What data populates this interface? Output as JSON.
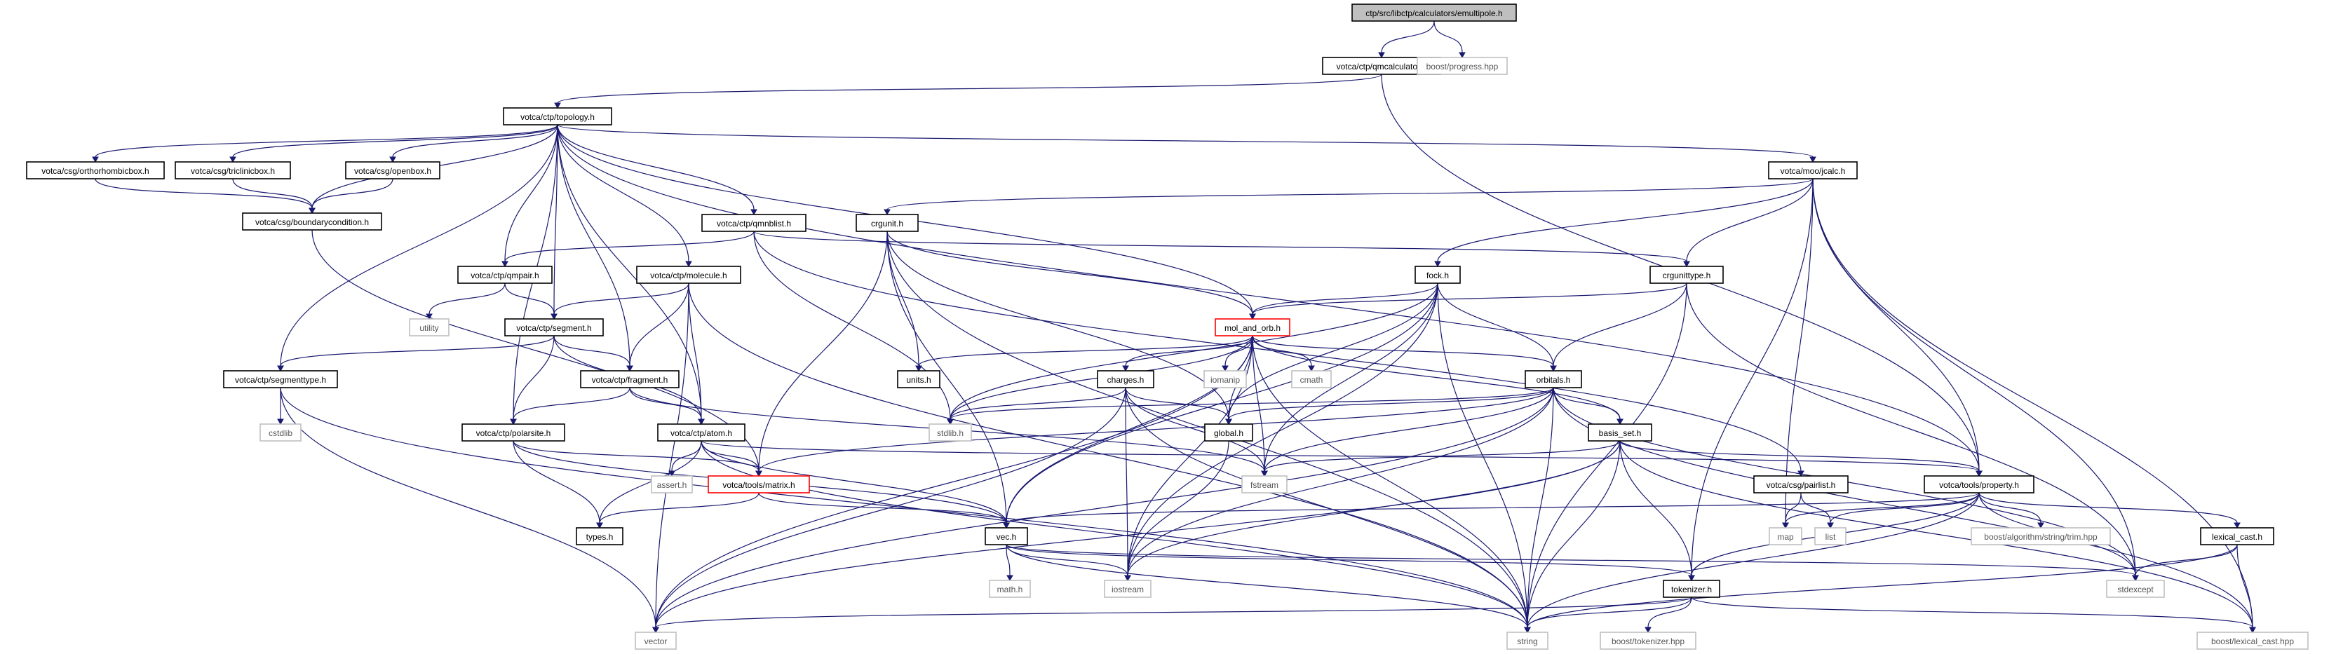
{
  "colors": {
    "edge": "#191970",
    "node_border": "#000000",
    "external_border": "#bfbfbf",
    "broken_border": "#ff0000",
    "root_fill": "#bfbfbf",
    "text": "#000000",
    "external_text": "#555555"
  },
  "graph": {
    "nodes": [
      {
        "id": "emultipole",
        "label": "ctp/src/libctp/calculators/emultipole.h",
        "kind": "root"
      },
      {
        "id": "qmcalculator",
        "label": "votca/ctp/qmcalculator.h",
        "kind": "normal"
      },
      {
        "id": "progress",
        "label": "boost/progress.hpp",
        "kind": "external"
      },
      {
        "id": "topology",
        "label": "votca/ctp/topology.h",
        "kind": "normal"
      },
      {
        "id": "orthorhombic",
        "label": "votca/csg/orthorhombicbox.h",
        "kind": "normal"
      },
      {
        "id": "triclinic",
        "label": "votca/csg/triclinicbox.h",
        "kind": "normal"
      },
      {
        "id": "openbox",
        "label": "votca/csg/openbox.h",
        "kind": "normal"
      },
      {
        "id": "boundary",
        "label": "votca/csg/boundarycondition.h",
        "kind": "normal"
      },
      {
        "id": "jcalc",
        "label": "votca/moo/jcalc.h",
        "kind": "normal"
      },
      {
        "id": "qmnblist",
        "label": "votca/ctp/qmnblist.h",
        "kind": "normal"
      },
      {
        "id": "crgunit",
        "label": "crgunit.h",
        "kind": "normal"
      },
      {
        "id": "qmpair",
        "label": "votca/ctp/qmpair.h",
        "kind": "normal"
      },
      {
        "id": "molecule",
        "label": "votca/ctp/molecule.h",
        "kind": "normal"
      },
      {
        "id": "fock",
        "label": "fock.h",
        "kind": "normal"
      },
      {
        "id": "crgunittype",
        "label": "crgunittype.h",
        "kind": "normal"
      },
      {
        "id": "utility",
        "label": "utility",
        "kind": "external"
      },
      {
        "id": "segment",
        "label": "votca/ctp/segment.h",
        "kind": "normal"
      },
      {
        "id": "mol_and_orb",
        "label": "mol_and_orb.h",
        "kind": "broken"
      },
      {
        "id": "segmenttype",
        "label": "votca/ctp/segmenttype.h",
        "kind": "normal"
      },
      {
        "id": "fragment",
        "label": "votca/ctp/fragment.h",
        "kind": "normal"
      },
      {
        "id": "units",
        "label": "units.h",
        "kind": "normal"
      },
      {
        "id": "iomanip",
        "label": "iomanip",
        "kind": "external"
      },
      {
        "id": "cmath",
        "label": "cmath",
        "kind": "external"
      },
      {
        "id": "charges",
        "label": "charges.h",
        "kind": "normal"
      },
      {
        "id": "orbitals",
        "label": "orbitals.h",
        "kind": "normal"
      },
      {
        "id": "cstdlib",
        "label": "cstdlib",
        "kind": "external"
      },
      {
        "id": "polarsite",
        "label": "votca/ctp/polarsite.h",
        "kind": "normal"
      },
      {
        "id": "atom",
        "label": "votca/ctp/atom.h",
        "kind": "normal"
      },
      {
        "id": "stdlib",
        "label": "stdlib.h",
        "kind": "external"
      },
      {
        "id": "global",
        "label": "global.h",
        "kind": "normal"
      },
      {
        "id": "basis_set",
        "label": "basis_set.h",
        "kind": "normal"
      },
      {
        "id": "fstream",
        "label": "fstream",
        "kind": "external"
      },
      {
        "id": "assert",
        "label": "assert.h",
        "kind": "external"
      },
      {
        "id": "matrix",
        "label": "votca/tools/matrix.h",
        "kind": "broken"
      },
      {
        "id": "pairlist",
        "label": "votca/csg/pairlist.h",
        "kind": "normal"
      },
      {
        "id": "property",
        "label": "votca/tools/property.h",
        "kind": "normal"
      },
      {
        "id": "types",
        "label": "types.h",
        "kind": "normal"
      },
      {
        "id": "vec",
        "label": "vec.h",
        "kind": "normal"
      },
      {
        "id": "map",
        "label": "map",
        "kind": "external"
      },
      {
        "id": "list",
        "label": "list",
        "kind": "external"
      },
      {
        "id": "trim",
        "label": "boost/algorithm/string/trim.hpp",
        "kind": "external"
      },
      {
        "id": "lexical_cast_h",
        "label": "lexical_cast.h",
        "kind": "normal"
      },
      {
        "id": "mathh",
        "label": "math.h",
        "kind": "external"
      },
      {
        "id": "iostream",
        "label": "iostream",
        "kind": "external"
      },
      {
        "id": "stdexcept",
        "label": "stdexcept",
        "kind": "external"
      },
      {
        "id": "tokenizer",
        "label": "tokenizer.h",
        "kind": "normal"
      },
      {
        "id": "vector",
        "label": "vector",
        "kind": "external"
      },
      {
        "id": "string",
        "label": "string",
        "kind": "external"
      },
      {
        "id": "boost_tokenizer",
        "label": "boost/tokenizer.hpp",
        "kind": "external"
      },
      {
        "id": "boost_lexical_cast",
        "label": "boost/lexical_cast.hpp",
        "kind": "external"
      }
    ],
    "edges": [
      [
        "emultipole",
        "qmcalculator"
      ],
      [
        "emultipole",
        "progress"
      ],
      [
        "qmcalculator",
        "topology"
      ],
      [
        "qmcalculator",
        "property"
      ],
      [
        "topology",
        "orthorhombic"
      ],
      [
        "topology",
        "triclinic"
      ],
      [
        "topology",
        "openbox"
      ],
      [
        "topology",
        "boundary"
      ],
      [
        "topology",
        "jcalc"
      ],
      [
        "topology",
        "qmnblist"
      ],
      [
        "topology",
        "qmpair"
      ],
      [
        "topology",
        "molecule"
      ],
      [
        "topology",
        "segment"
      ],
      [
        "topology",
        "segmenttype"
      ],
      [
        "topology",
        "fragment"
      ],
      [
        "topology",
        "polarsite"
      ],
      [
        "topology",
        "atom"
      ],
      [
        "topology",
        "mol_and_orb"
      ],
      [
        "topology",
        "property"
      ],
      [
        "orthorhombic",
        "boundary"
      ],
      [
        "triclinic",
        "boundary"
      ],
      [
        "openbox",
        "boundary"
      ],
      [
        "boundary",
        "matrix"
      ],
      [
        "jcalc",
        "crgunit"
      ],
      [
        "jcalc",
        "fock"
      ],
      [
        "jcalc",
        "crgunittype"
      ],
      [
        "jcalc",
        "property"
      ],
      [
        "jcalc",
        "tokenizer"
      ],
      [
        "jcalc",
        "map"
      ],
      [
        "jcalc",
        "stdexcept"
      ],
      [
        "jcalc",
        "boost_lexical_cast"
      ],
      [
        "qmnblist",
        "qmpair"
      ],
      [
        "qmnblist",
        "crgunittype"
      ],
      [
        "qmnblist",
        "pairlist"
      ],
      [
        "qmnblist",
        "stdlib"
      ],
      [
        "crgunit",
        "units"
      ],
      [
        "crgunit",
        "matrix"
      ],
      [
        "crgunit",
        "vec"
      ],
      [
        "crgunit",
        "global"
      ],
      [
        "crgunit",
        "mol_and_orb"
      ],
      [
        "crgunit",
        "string"
      ],
      [
        "qmpair",
        "utility"
      ],
      [
        "qmpair",
        "segment"
      ],
      [
        "molecule",
        "segment"
      ],
      [
        "molecule",
        "fragment"
      ],
      [
        "molecule",
        "atom"
      ],
      [
        "molecule",
        "vector"
      ],
      [
        "molecule",
        "string"
      ],
      [
        "fock",
        "mol_and_orb"
      ],
      [
        "fock",
        "orbitals"
      ],
      [
        "fock",
        "global"
      ],
      [
        "fock",
        "fstream"
      ],
      [
        "fock",
        "iostream"
      ],
      [
        "fock",
        "stdlib"
      ],
      [
        "fock",
        "string"
      ],
      [
        "fock",
        "vec"
      ],
      [
        "crgunittype",
        "mol_and_orb"
      ],
      [
        "crgunittype",
        "orbitals"
      ],
      [
        "crgunittype",
        "string"
      ],
      [
        "crgunittype",
        "stdexcept"
      ],
      [
        "segment",
        "segmenttype"
      ],
      [
        "segment",
        "fragment"
      ],
      [
        "segment",
        "polarsite"
      ],
      [
        "segment",
        "atom"
      ],
      [
        "mol_and_orb",
        "units"
      ],
      [
        "mol_and_orb",
        "iomanip"
      ],
      [
        "mol_and_orb",
        "cmath"
      ],
      [
        "mol_and_orb",
        "charges"
      ],
      [
        "mol_and_orb",
        "orbitals"
      ],
      [
        "mol_and_orb",
        "global"
      ],
      [
        "mol_and_orb",
        "basis_set"
      ],
      [
        "mol_and_orb",
        "stdlib"
      ],
      [
        "mol_and_orb",
        "fstream"
      ],
      [
        "mol_and_orb",
        "vec"
      ],
      [
        "mol_and_orb",
        "vector"
      ],
      [
        "mol_and_orb",
        "string"
      ],
      [
        "mol_and_orb",
        "iostream"
      ],
      [
        "segmenttype",
        "cstdlib"
      ],
      [
        "segmenttype",
        "vector"
      ],
      [
        "segmenttype",
        "string"
      ],
      [
        "fragment",
        "atom"
      ],
      [
        "fragment",
        "polarsite"
      ],
      [
        "fragment",
        "fstream"
      ],
      [
        "charges",
        "stdlib"
      ],
      [
        "charges",
        "global"
      ],
      [
        "charges",
        "fstream"
      ],
      [
        "charges",
        "vector"
      ],
      [
        "charges",
        "string"
      ],
      [
        "charges",
        "iostream"
      ],
      [
        "orbitals",
        "global"
      ],
      [
        "orbitals",
        "basis_set"
      ],
      [
        "orbitals",
        "stdlib"
      ],
      [
        "orbitals",
        "fstream"
      ],
      [
        "orbitals",
        "matrix"
      ],
      [
        "orbitals",
        "iostream"
      ],
      [
        "orbitals",
        "string"
      ],
      [
        "orbitals",
        "stdexcept"
      ],
      [
        "orbitals",
        "boost_lexical_cast"
      ],
      [
        "orbitals",
        "vector"
      ],
      [
        "polarsite",
        "matrix"
      ],
      [
        "polarsite",
        "types"
      ],
      [
        "polarsite",
        "vec"
      ],
      [
        "atom",
        "assert"
      ],
      [
        "atom",
        "matrix"
      ],
      [
        "atom",
        "types"
      ],
      [
        "atom",
        "vec"
      ],
      [
        "atom",
        "property"
      ],
      [
        "atom",
        "string"
      ],
      [
        "global",
        "iostream"
      ],
      [
        "basis_set",
        "property"
      ],
      [
        "basis_set",
        "fstream"
      ],
      [
        "basis_set",
        "tokenizer"
      ],
      [
        "basis_set",
        "string"
      ],
      [
        "basis_set",
        "iostream"
      ],
      [
        "basis_set",
        "vector"
      ],
      [
        "basis_set",
        "boost_lexical_cast"
      ],
      [
        "matrix",
        "types"
      ],
      [
        "matrix",
        "vec"
      ],
      [
        "pairlist",
        "map"
      ],
      [
        "pairlist",
        "list"
      ],
      [
        "property",
        "map"
      ],
      [
        "property",
        "list"
      ],
      [
        "property",
        "trim"
      ],
      [
        "property",
        "lexical_cast_h"
      ],
      [
        "property",
        "tokenizer"
      ],
      [
        "property",
        "vec"
      ],
      [
        "property",
        "string"
      ],
      [
        "property",
        "stdexcept"
      ],
      [
        "vec",
        "mathh"
      ],
      [
        "vec",
        "iostream"
      ],
      [
        "vec",
        "tokenizer"
      ],
      [
        "vec",
        "string"
      ],
      [
        "vec",
        "stdexcept"
      ],
      [
        "lexical_cast_h",
        "boost_lexical_cast"
      ],
      [
        "lexical_cast_h",
        "string"
      ],
      [
        "lexical_cast_h",
        "stdexcept"
      ],
      [
        "tokenizer",
        "boost_tokenizer"
      ],
      [
        "tokenizer",
        "vector"
      ],
      [
        "tokenizer",
        "string"
      ],
      [
        "tokenizer",
        "boost_lexical_cast"
      ]
    ]
  }
}
